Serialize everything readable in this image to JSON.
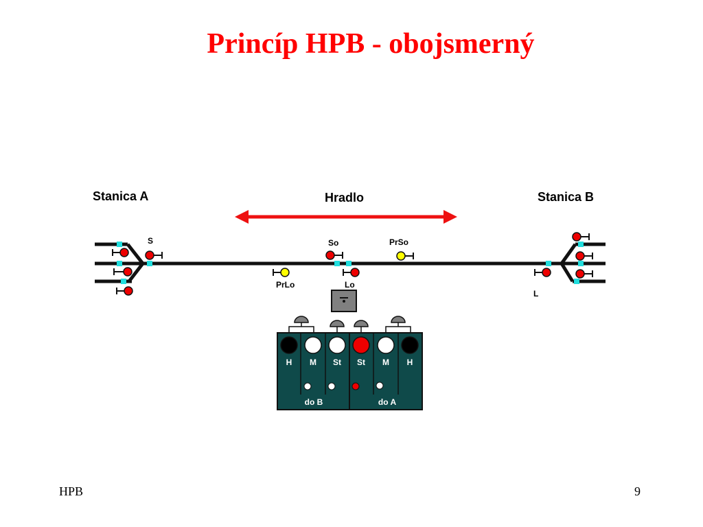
{
  "title": "Princíp HPB - obojsmerný",
  "footer": {
    "left": "HPB",
    "right": "9"
  },
  "diagram": {
    "station_a": "Stanica A",
    "station_b": "Stanica B",
    "hradlo": "Hradlo",
    "signals": {
      "s": "S",
      "so": "So",
      "prso": "PrSo",
      "prlo": "PrLo",
      "lo": "Lo",
      "l": "L"
    },
    "panel": {
      "lamps": [
        "H",
        "M",
        "St",
        "St",
        "M",
        "H"
      ],
      "group_left": "do B",
      "group_right": "do A"
    }
  },
  "colors": {
    "title": "#ff0000",
    "arrow": "#ee1111",
    "signal_red": "#ee0000",
    "signal_yellow": "#ffff00",
    "insulation": "#22dddd",
    "panel": "#0f4a4a",
    "relay": "#808080"
  }
}
